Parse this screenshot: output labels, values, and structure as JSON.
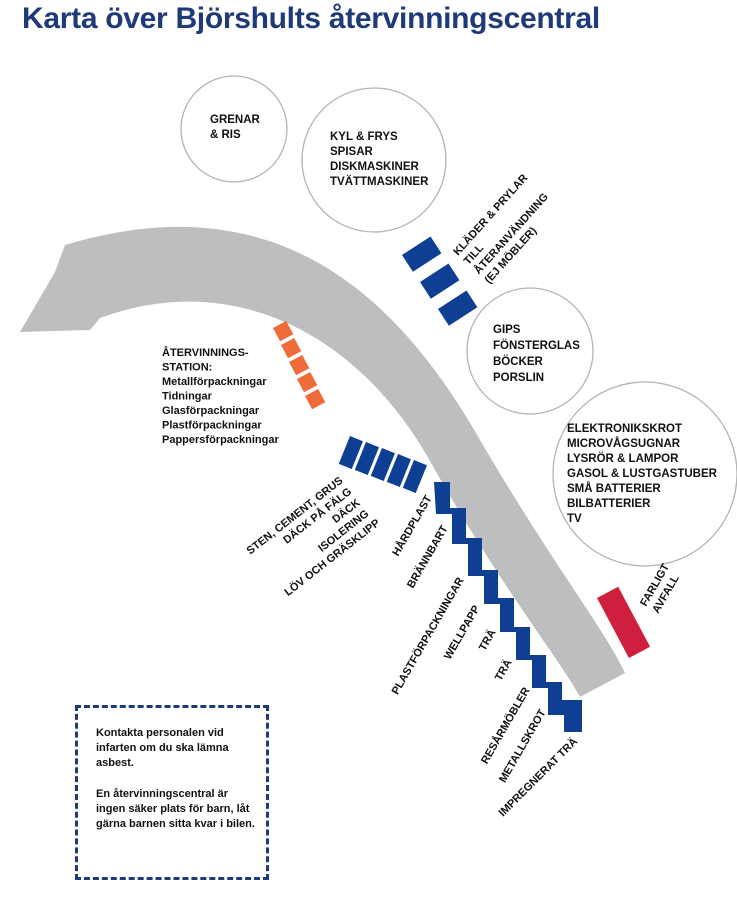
{
  "title": "Karta över Björshults återvinningscentral",
  "colors": {
    "title": "#1e3a78",
    "container_blue": "#0e3f93",
    "recycling_orange": "#ef6b3a",
    "hazardous_red": "#cf1f3e",
    "road_gray": "#bcbec0",
    "circle_stroke": "#b4b4b4",
    "notice_border": "#1e3a78"
  },
  "icons": [
    "arrow-direction-icon"
  ],
  "circles": [
    {
      "id": "branches",
      "lines": [
        "GRENAR",
        "& RIS"
      ]
    },
    {
      "id": "white-goods",
      "lines": [
        "KYL & FRYS",
        "SPISAR",
        "DISKMASKINER",
        "TVÄTTMASKINER"
      ]
    },
    {
      "id": "gypsum",
      "lines": [
        "GIPS",
        "FÖNSTERGLAS",
        "BÖCKER",
        "PORSLIN"
      ]
    },
    {
      "id": "electronics",
      "lines": [
        "ELEKTRONIKSKROT",
        "MICROVÅGSUGNAR",
        "LYSRÖR & LAMPOR",
        "GASOL & LUSTGASTUBER",
        "SMÅ BATTERIER",
        "BILBATTERIER",
        "TV"
      ]
    }
  ],
  "reuse": {
    "lines": [
      "KLÄDER & PRYLAR",
      "TILL",
      "ÅTERANVÄNDNING",
      "(EJ MÖBLER)"
    ]
  },
  "recycling_station": {
    "lines": [
      "ÅTERVINNINGS-",
      "STATION:",
      "Metallförpackningar",
      "Tidningar",
      "Glasförpackningar",
      "Plastförpackningar",
      "Pappersförpackningar"
    ]
  },
  "side_containers": {
    "lines": [
      "STEN, CEMENT, GRUS",
      "DÄCK PÅ FÄLG",
      "DÄCK",
      "ISOLERING",
      "LÖV OCH GRÄSKLIPP"
    ]
  },
  "stair_containers": [
    "HÅRDPLAST",
    "BRÄNNBART",
    "PLASTFÖRPACKNINGAR",
    "WELLPAPP",
    "TRÄ",
    "TRÄ",
    "RESÅRMÖBLER",
    "METALLSKROT",
    "IMPREGNERAT TRÄ"
  ],
  "hazardous": {
    "lines": [
      "FARLIGT",
      "AVFALL"
    ]
  },
  "notice": {
    "paragraph1": "Kontakta personalen vid infarten om du ska lämna asbest.",
    "paragraph2": "En återvinningscentral är ingen säker plats för barn, låt gärna barnen sitta kvar i bilen."
  }
}
